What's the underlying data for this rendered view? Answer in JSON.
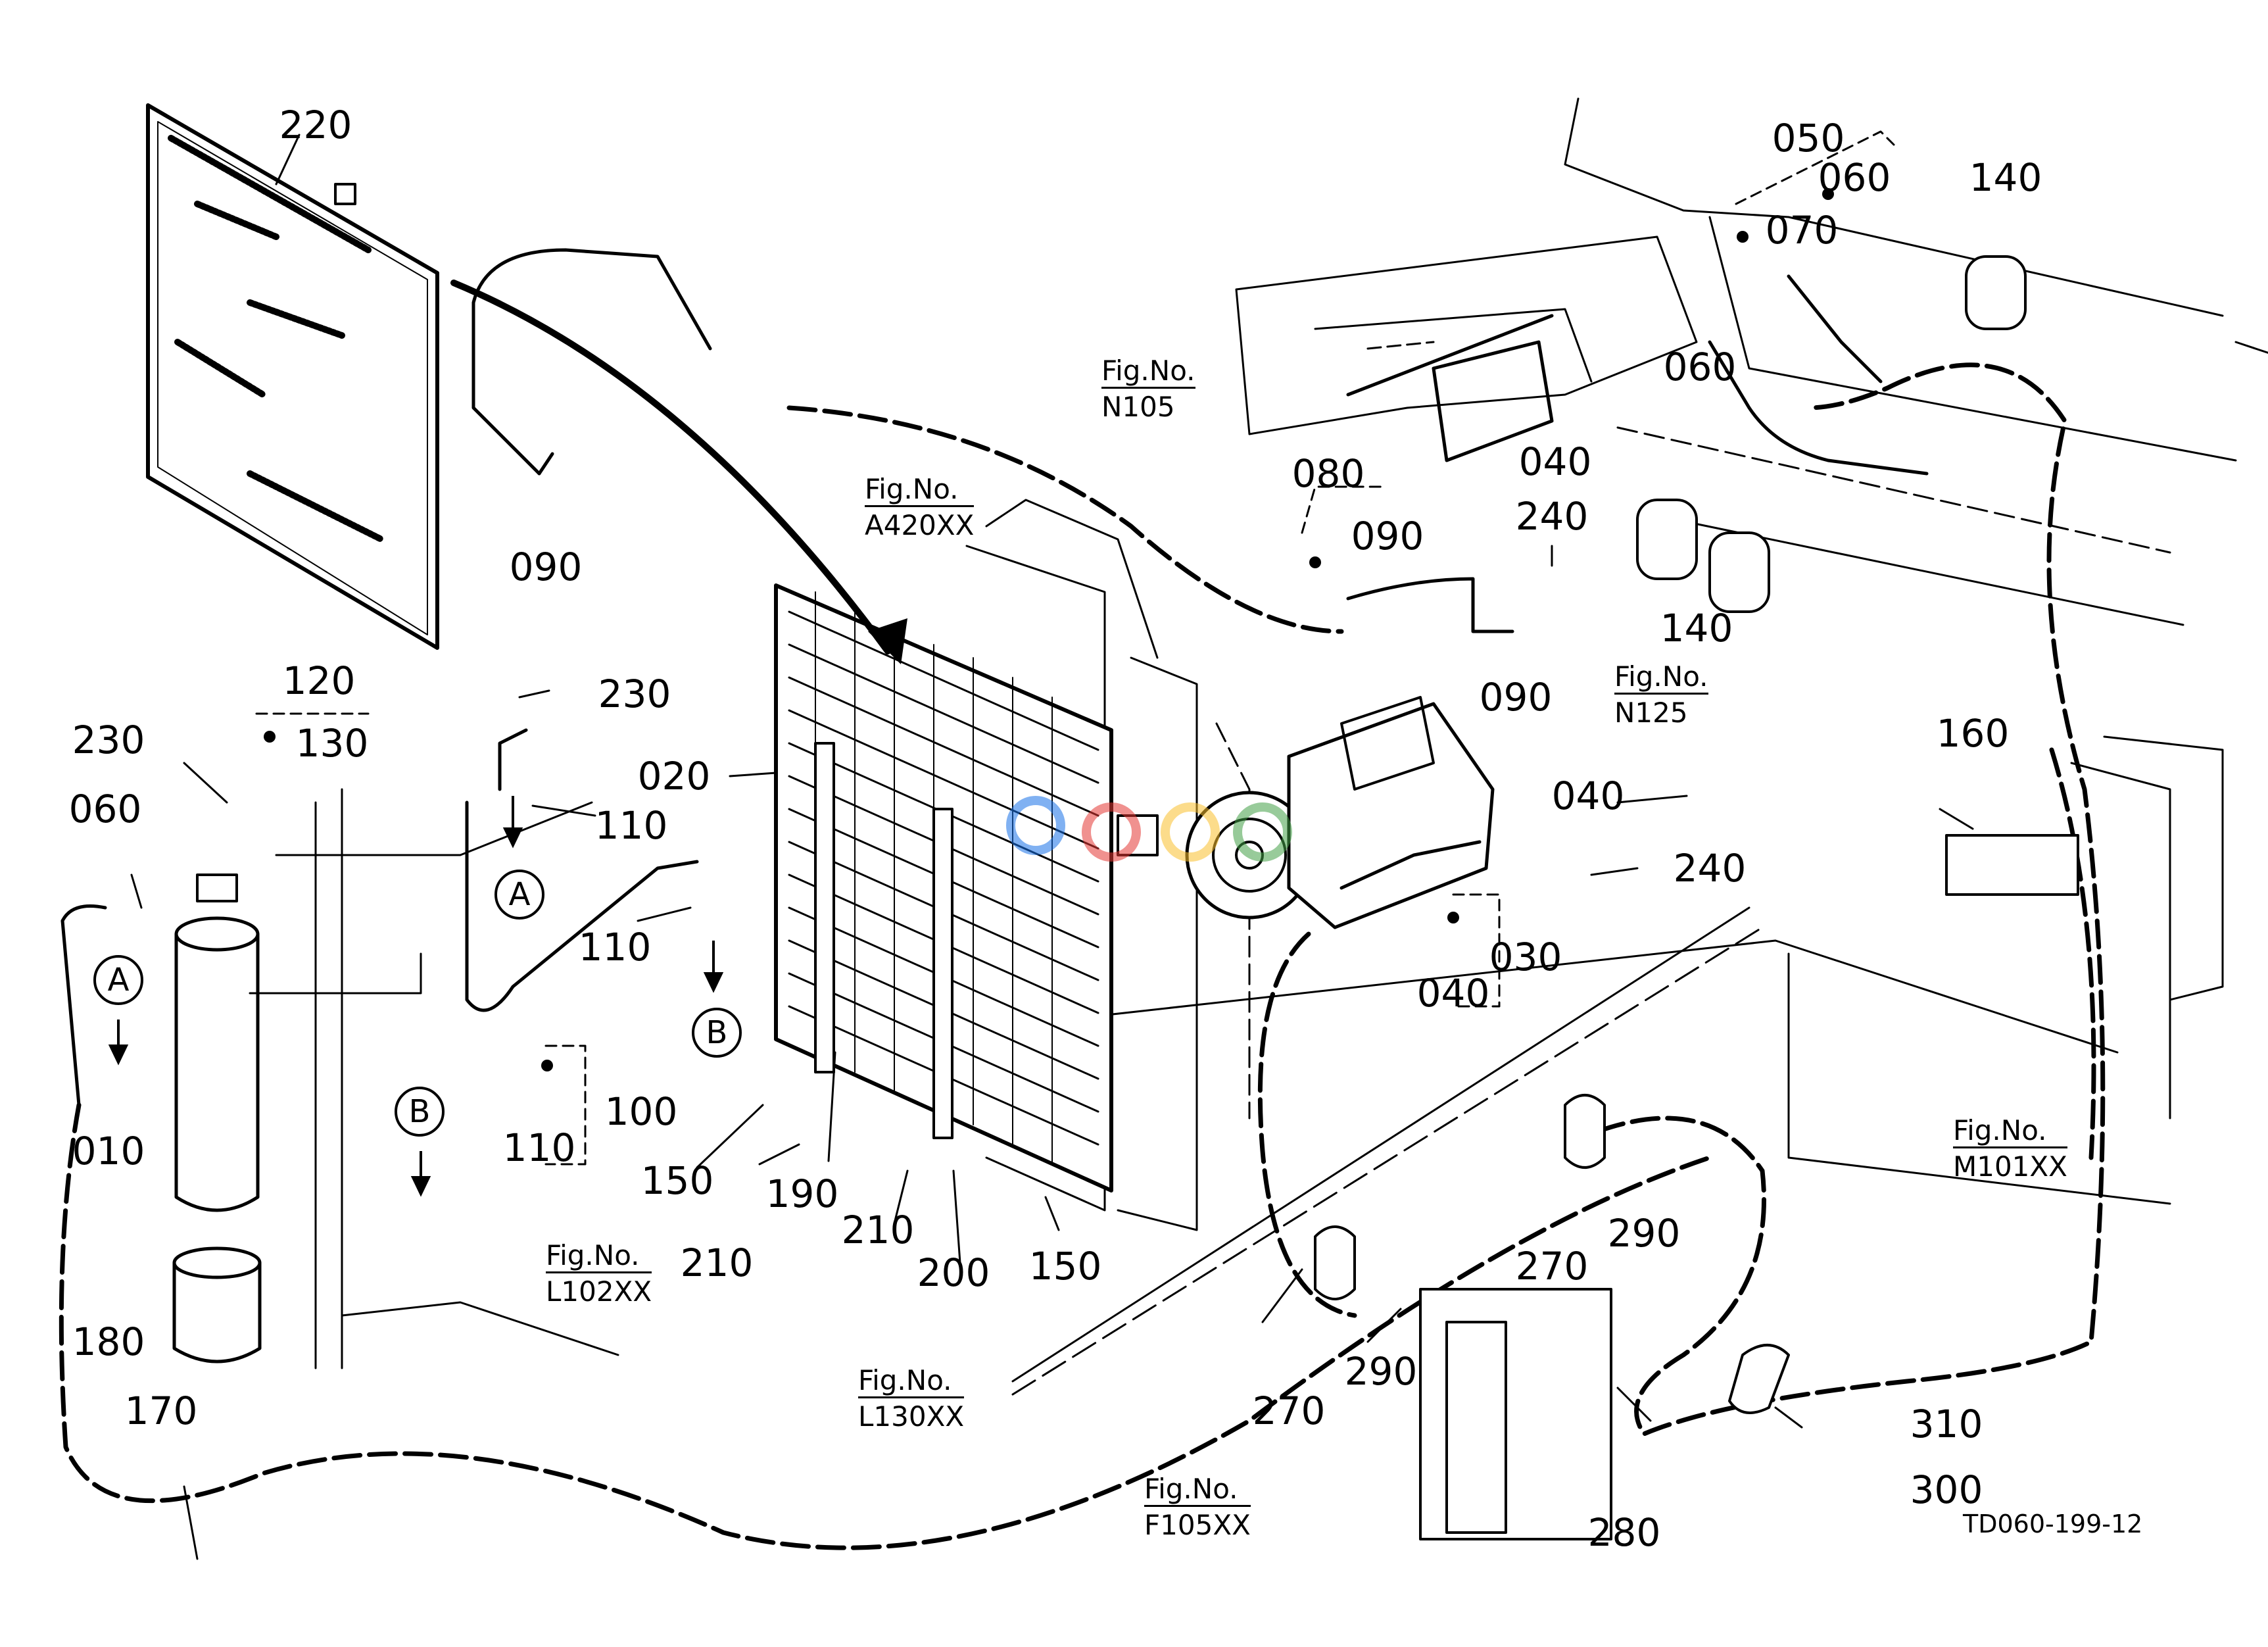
{
  "diagram": {
    "drawing_code": "TD060-199-12",
    "part_labels": {
      "p220": "220",
      "p230a": "230",
      "p230b": "230",
      "p120": "120",
      "p130": "130",
      "p060a": "060",
      "p060b": "060",
      "p060c": "060",
      "p010": "010",
      "p180": "180",
      "p170": "170",
      "p090a": "090",
      "p090b": "090",
      "p090c": "090",
      "p110a": "110",
      "p110b": "110",
      "p110c": "110",
      "p100": "100",
      "p020": "020",
      "p150a": "150",
      "p150b": "150",
      "p190": "190",
      "p210a": "210",
      "p210b": "210",
      "p200": "200",
      "p080": "080",
      "p240a": "240",
      "p240b": "240",
      "p040a": "040",
      "p040b": "040",
      "p040c": "040",
      "p030": "030",
      "p050": "050",
      "p070": "070",
      "p140a": "140",
      "p140b": "140",
      "p160": "160",
      "p270a": "270",
      "p270b": "270",
      "p290a": "290",
      "p290b": "290",
      "p310": "310",
      "p300": "300",
      "p280": "280"
    },
    "callouts": {
      "a1": "A",
      "a2": "A",
      "b1": "B",
      "b2": "B"
    },
    "fig_refs": {
      "n105": {
        "line1": "Fig.No.",
        "line2": "N105"
      },
      "a420": {
        "line1": "Fig.No.",
        "line2": "A420XX"
      },
      "n125": {
        "line1": "Fig.No.",
        "line2": "N125"
      },
      "m101": {
        "line1": "Fig.No.",
        "line2": "M101XX"
      },
      "l102": {
        "line1": "Fig.No.",
        "line2": "L102XX"
      },
      "l130": {
        "line1": "Fig.No.",
        "line2": "L130XX"
      },
      "f105": {
        "line1": "Fig.No.",
        "line2": "F105XX"
      }
    }
  }
}
